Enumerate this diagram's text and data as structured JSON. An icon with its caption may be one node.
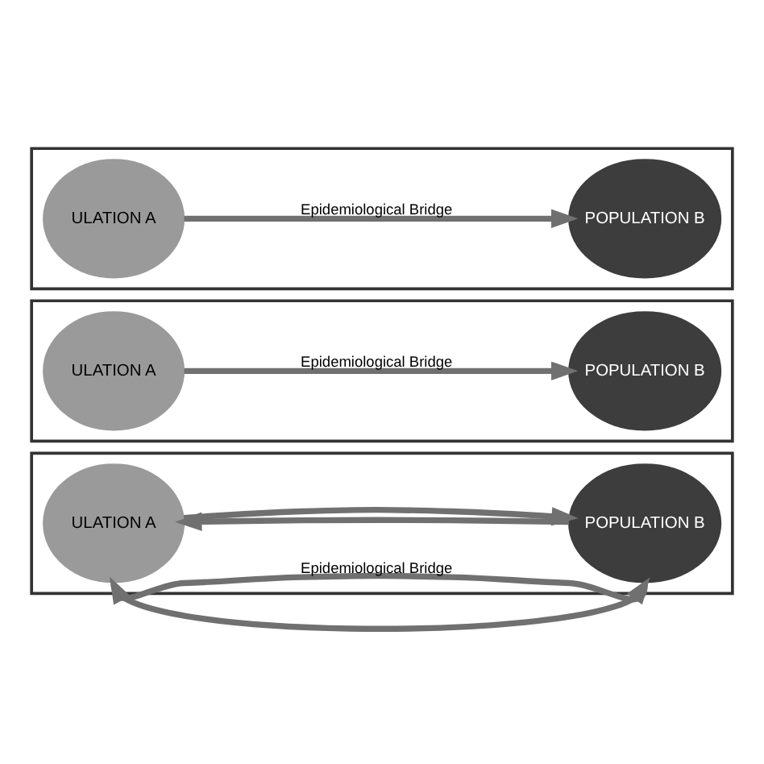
{
  "diagram": {
    "nodes": [
      {
        "text": [],
        "shape": "box"
      },
      {
        "text": [
          "ULATION A"
        ],
        "in": 0
      },
      {
        "text": [
          "POPULATION B"
        ],
        "in": 0
      },
      {
        "text": [],
        "shape": "box"
      },
      {
        "text": [
          "ULATION A"
        ],
        "in": 3
      },
      {
        "text": [
          "POPULATION B"
        ],
        "in": 3
      },
      {
        "text": [],
        "shape": "box"
      },
      {
        "text": [
          "ULATION A"
        ],
        "in": 6
      },
      {
        "text": [
          "POPULATION B"
        ],
        "in": 6
      }
    ],
    "edges": [
      {
        "from": 1,
        "to": 2,
        "arrow": "to",
        "label": "Epidemiological Bridge"
      },
      {
        "from": 4,
        "to": 5,
        "arrow": "to",
        "label": "Epidemiological Bridge"
      },
      {
        "from": 8,
        "to": 7,
        "arrow": "to"
      },
      {
        "from": 7,
        "to": 8,
        "arrow": "to"
      },
      {
        "from": 8,
        "to": 7,
        "arrow": "to",
        "label": "Epidemiological Bridge"
      },
      {
        "from": 7,
        "to": 8,
        "arrow": "to"
      }
    ]
  }
}
